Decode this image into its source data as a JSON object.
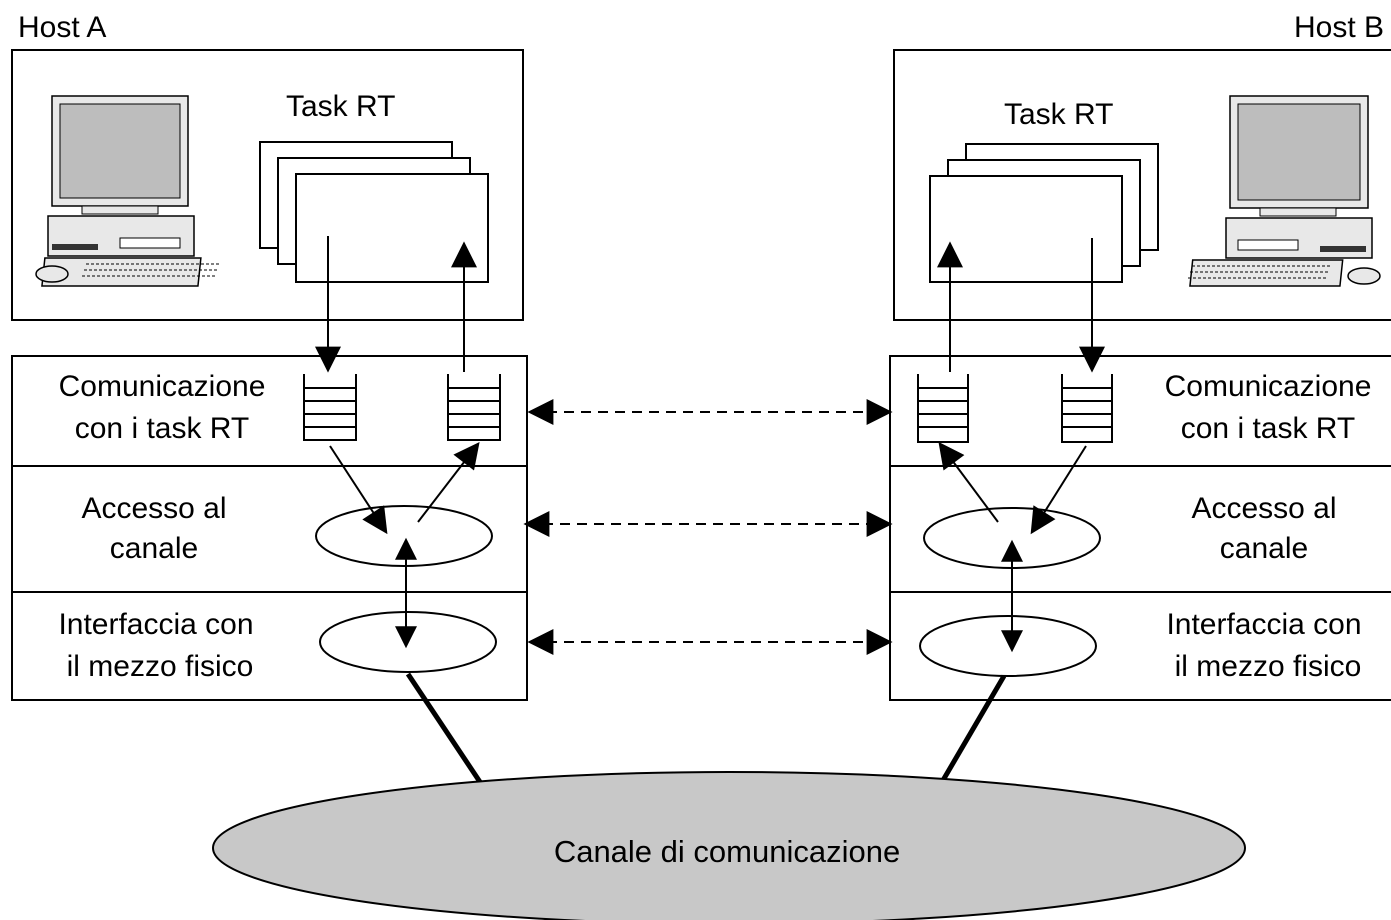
{
  "hosts": {
    "a": {
      "title": "Host A",
      "task_label": "Task RT",
      "layer_comm": [
        "Comunicazione",
        "con i task RT"
      ],
      "layer_access": [
        "Accesso al",
        "canale"
      ],
      "layer_phys": [
        "Interfaccia con",
        "il mezzo fisico"
      ]
    },
    "b": {
      "title": "Host B",
      "task_label": "Task RT",
      "layer_comm": [
        "Comunicazione",
        "con i task RT"
      ],
      "layer_access": [
        "Accesso al",
        "canale"
      ],
      "layer_phys": [
        "Interfaccia con",
        "il mezzo fisico"
      ]
    }
  },
  "channel": {
    "label": "Canale di comunicazione"
  },
  "colors": {
    "line": "#000000",
    "screen": "#bdbdbd",
    "computer_body": "#e8e8e8",
    "channel_fill": "#c8c8c8"
  }
}
